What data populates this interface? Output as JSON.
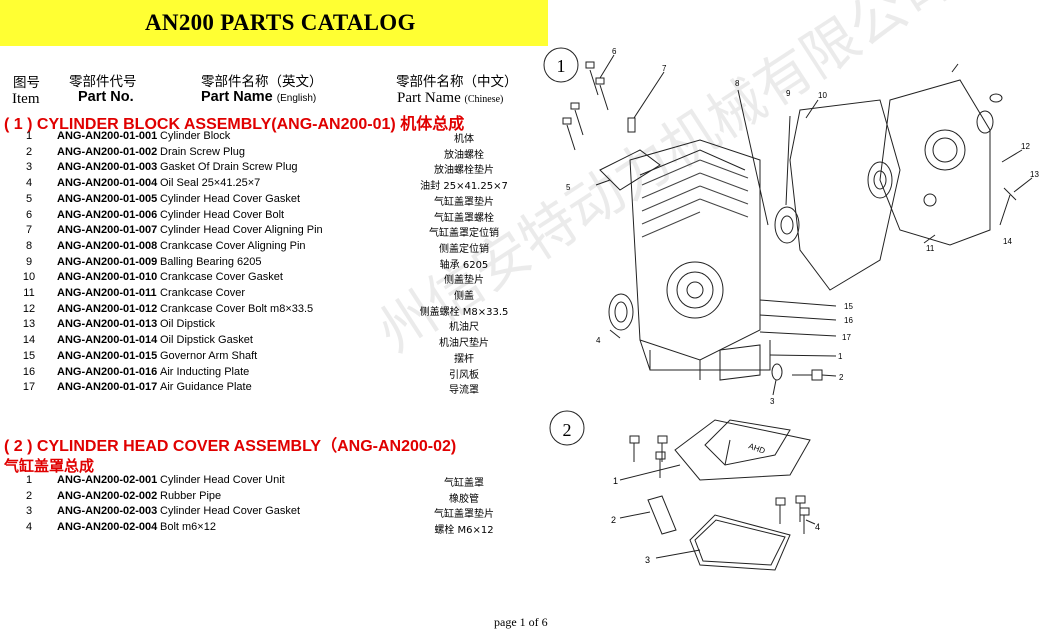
{
  "title": "AN200 PARTS CATALOG",
  "headers": {
    "item_cn": "图号",
    "item_en": "Item",
    "partno_cn": "零部件代号",
    "partno_en": "Part No.",
    "name_en_cn": "零部件名称（英文）",
    "name_en_en": "Part Name",
    "name_en_note": "(English)",
    "name_cn_cn": "零部件名称（中文）",
    "name_cn_en": "Part Name",
    "name_cn_note": "(Chinese)"
  },
  "section1": {
    "title": "( 1 ) CYLINDER BLOCK ASSEMBLY(ANG-AN200-01) 机体总成",
    "rows": [
      {
        "no": "1",
        "pn": "ANG-AN200-01-001",
        "en": "Cylinder Block",
        "zh": "机体"
      },
      {
        "no": "2",
        "pn": "ANG-AN200-01-002",
        "en": "Drain Screw Plug",
        "zh": "放油螺栓"
      },
      {
        "no": "3",
        "pn": "ANG-AN200-01-003",
        "en": "Gasket Of Drain Screw Plug",
        "zh": "放油螺栓垫片"
      },
      {
        "no": "4",
        "pn": "ANG-AN200-01-004",
        "en": "Oil Seal 25×41.25×7",
        "zh": "油封 25×41.25×7"
      },
      {
        "no": "5",
        "pn": "ANG-AN200-01-005",
        "en": "Cylinder Head Cover Gasket",
        "zh": "气缸盖罩垫片"
      },
      {
        "no": "6",
        "pn": "ANG-AN200-01-006",
        "en": "Cylinder Head Cover Bolt",
        "zh": "气缸盖罩螺栓"
      },
      {
        "no": "7",
        "pn": "ANG-AN200-01-007",
        "en": "Cylinder Head Cover Aligning Pin",
        "zh": "气缸盖罩定位销"
      },
      {
        "no": "8",
        "pn": "ANG-AN200-01-008",
        "en": "Crankcase Cover Aligning Pin",
        "zh": "侧盖定位销"
      },
      {
        "no": "9",
        "pn": "ANG-AN200-01-009",
        "en": "Balling Bearing 6205",
        "zh": "轴承 6205"
      },
      {
        "no": "10",
        "pn": "ANG-AN200-01-010",
        "en": "Crankcase Cover Gasket",
        "zh": "侧盖垫片"
      },
      {
        "no": "11",
        "pn": "ANG-AN200-01-011",
        "en": "Crankcase Cover",
        "zh": "侧盖"
      },
      {
        "no": "12",
        "pn": "ANG-AN200-01-012",
        "en": "Crankcase Cover Bolt m8×33.5",
        "zh": "侧盖螺栓 M8×33.5"
      },
      {
        "no": "13",
        "pn": "ANG-AN200-01-013",
        "en": "Oil Dipstick",
        "zh": "机油尺"
      },
      {
        "no": "14",
        "pn": "ANG-AN200-01-014",
        "en": "Oil Dipstick Gasket",
        "zh": "机油尺垫片"
      },
      {
        "no": "15",
        "pn": "ANG-AN200-01-015",
        "en": "Governor Arm Shaft",
        "zh": "摆杆"
      },
      {
        "no": "16",
        "pn": "ANG-AN200-01-016",
        "en": "Air Inducting Plate",
        "zh": "引风板"
      },
      {
        "no": "17",
        "pn": "ANG-AN200-01-017",
        "en": "Air Guidance Plate",
        "zh": "导流罩"
      }
    ]
  },
  "section2": {
    "title": "( 2 ) CYLINDER HEAD COVER ASSEMBLY（ANG-AN200-02)",
    "title_cn": "气缸盖罩总成",
    "rows": [
      {
        "no": "1",
        "pn": "ANG-AN200-02-001",
        "en": "Cylinder Head Cover Unit",
        "zh": "气缸盖罩"
      },
      {
        "no": "2",
        "pn": "ANG-AN200-02-002",
        "en": "Rubber Pipe",
        "zh": "橡胶管"
      },
      {
        "no": "3",
        "pn": "ANG-AN200-02-003",
        "en": "Cylinder Head Cover Gasket",
        "zh": "气缸盖罩垫片"
      },
      {
        "no": "4",
        "pn": "ANG-AN200-02-004",
        "en": "Bolt m6×12",
        "zh": "螺栓 M6×12"
      }
    ]
  },
  "diagram1": {
    "badge": "1",
    "callouts": [
      "1",
      "2",
      "3",
      "4",
      "5",
      "6",
      "7",
      "8",
      "9",
      "10",
      "11",
      "12",
      "13",
      "14",
      "15",
      "16",
      "17"
    ]
  },
  "diagram2": {
    "badge": "2",
    "callouts": [
      "1",
      "2",
      "3",
      "4"
    ],
    "cover_label": "AHD"
  },
  "footer": "page 1 of 6",
  "watermark": "州信安特动力机械有限公司 www.anmax.com"
}
